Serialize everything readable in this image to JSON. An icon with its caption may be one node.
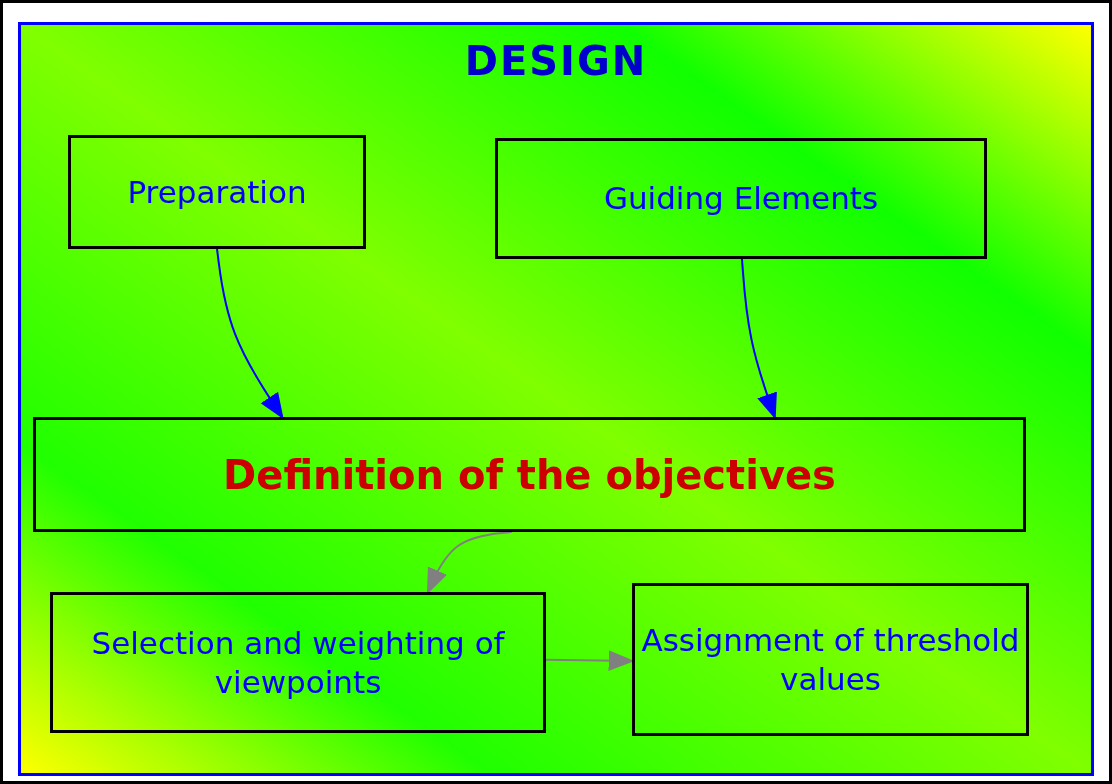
{
  "diagram": {
    "title": "DESIGN",
    "nodes": [
      {
        "text": [
          "Preparation"
        ]
      },
      {
        "text": [
          "Guiding Elements"
        ]
      },
      {
        "text": [
          "Definition of the objectives"
        ]
      },
      {
        "text": [
          "Selection and weighting of viewpoints"
        ]
      },
      {
        "text": [
          "Assignment of threshold values"
        ]
      }
    ],
    "edges": [
      {
        "from": 0,
        "to": 2,
        "arrow": "to",
        "color": "#0000ff"
      },
      {
        "from": 1,
        "to": 2,
        "arrow": "to",
        "color": "#0000ff"
      },
      {
        "from": 2,
        "to": 3,
        "arrow": "to",
        "color": "#808080"
      },
      {
        "from": 3,
        "to": 4,
        "arrow": "to",
        "color": "#808080"
      }
    ]
  }
}
